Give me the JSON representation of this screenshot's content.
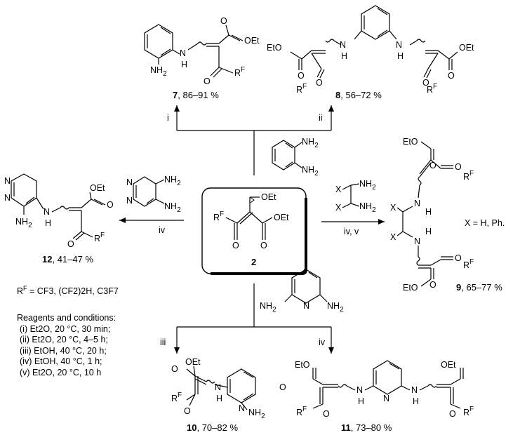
{
  "atoms": {
    "oet": "OEt",
    "eto": "EtO",
    "nh2": "NH",
    "two": "2",
    "h": "H",
    "n": "N",
    "o": "O",
    "x": "X",
    "rf_r": "R",
    "rf_f": "F"
  },
  "compounds": {
    "c2": {
      "num": "2",
      "text": ""
    },
    "c7": {
      "num": "7",
      "text": ", 86–91 %"
    },
    "c8": {
      "num": "8",
      "text": ", 56–72 %"
    },
    "c9": {
      "num": "9",
      "text": ", 65–77 %"
    },
    "c10": {
      "num": "10",
      "text": ", 70–82 %"
    },
    "c11": {
      "num": "11",
      "text": ", 73–80 %"
    },
    "c12": {
      "num": "12",
      "text": ", 41–47 %"
    }
  },
  "arrow_labels": {
    "i": "i",
    "ii": "ii",
    "iii": "iii",
    "iv": "iv",
    "iv_left": "iv",
    "iv_v": "iv, v"
  },
  "x_note": "X = H, Ph.",
  "rf_definition": "= CF3, (CF2)2H, C3F7",
  "conditions": {
    "title": "Reagents and conditions:",
    "items": [
      "(i) Et2O, 20 °C, 30 min;",
      "(ii) Et2O, 20 °C, 4–5 h;",
      "(iii) EtOH, 40 °C, 20 h;",
      "(iv) EtOH, 40 °C, 1 h;",
      "(v) Et2O, 20 °C, 10 h"
    ]
  }
}
